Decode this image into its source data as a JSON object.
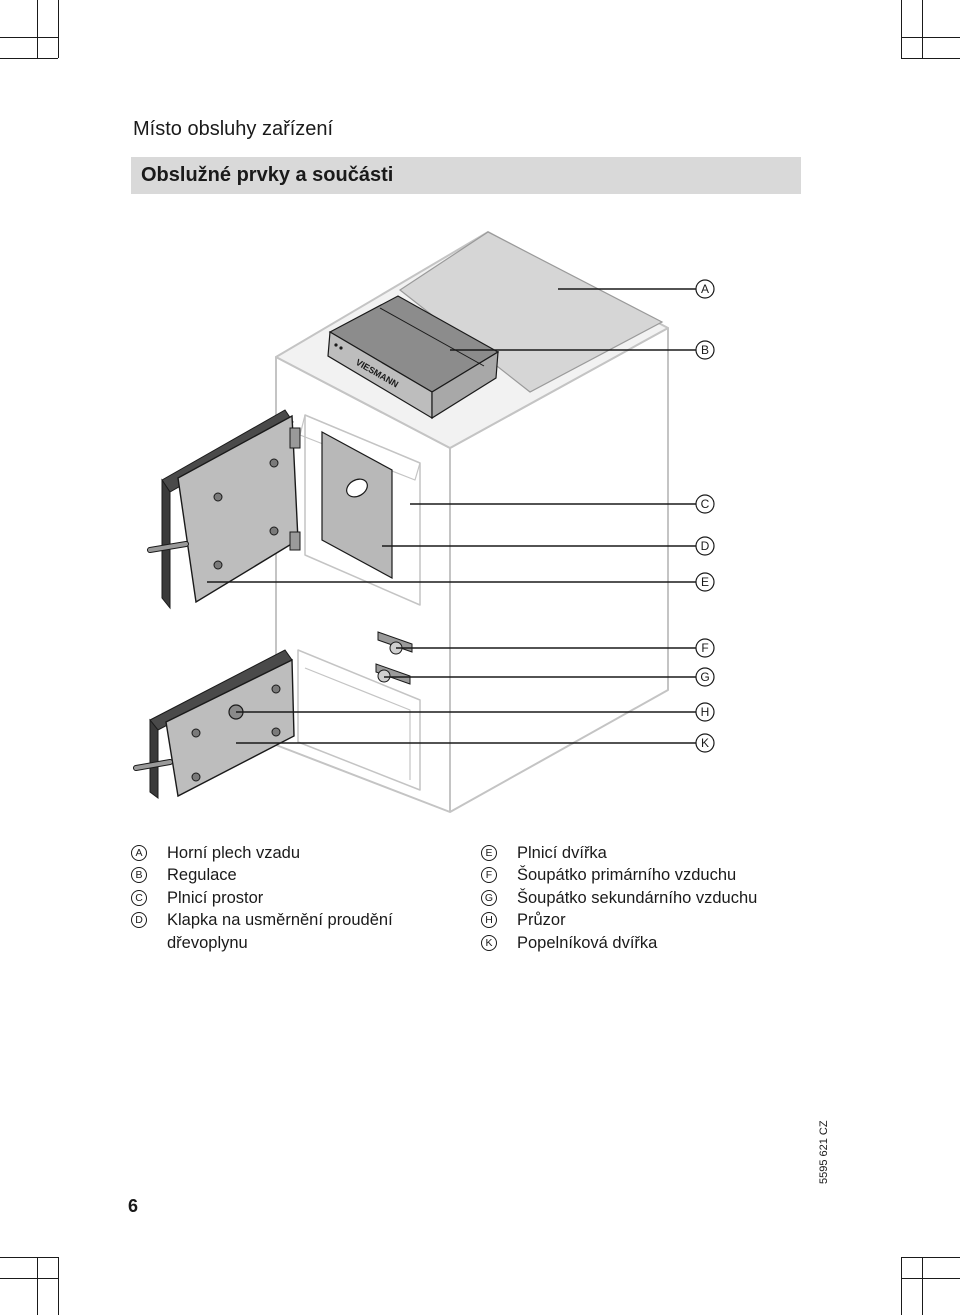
{
  "page": {
    "section_title": "Místo obsluhy zařízení",
    "heading": "Obslužné prvky a součásti",
    "page_number": "6",
    "document_code": "5595 621 CZ"
  },
  "figure": {
    "brand_text": "VIESMANN",
    "callouts": [
      "A",
      "B",
      "C",
      "D",
      "E",
      "F",
      "G",
      "H",
      "K"
    ]
  },
  "legend": {
    "left": [
      {
        "letter": "A",
        "text": "Horní plech vzadu"
      },
      {
        "letter": "B",
        "text": "Regulace"
      },
      {
        "letter": "C",
        "text": "Plnicí prostor"
      },
      {
        "letter": "D",
        "text": "Klapka na usměrnění proudění\ndřevoplynu"
      }
    ],
    "right": [
      {
        "letter": "E",
        "text": "Plnicí dvířka"
      },
      {
        "letter": "F",
        "text": "Šoupátko primárního vzduchu"
      },
      {
        "letter": "G",
        "text": "Šoupátko sekundárního vzduchu"
      },
      {
        "letter": "H",
        "text": "Průzor"
      },
      {
        "letter": "K",
        "text": "Popelníková dvířka"
      }
    ]
  }
}
